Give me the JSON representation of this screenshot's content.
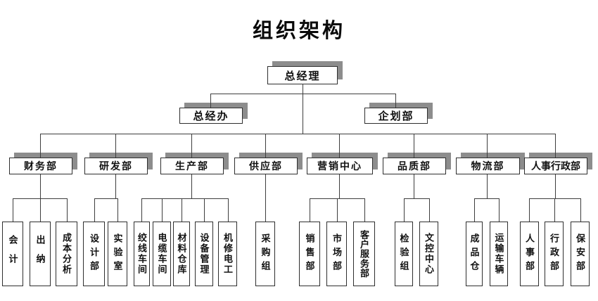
{
  "title": "组织架构",
  "root": {
    "label": "总经理"
  },
  "staff": [
    {
      "label": "总经办"
    },
    {
      "label": "企划部"
    }
  ],
  "departments": [
    {
      "label": "财务部",
      "children": [
        {
          "label": "会计"
        },
        {
          "label": "出纳"
        },
        {
          "label": "成本分析"
        }
      ]
    },
    {
      "label": "研发部",
      "children": [
        {
          "label": "设计部"
        },
        {
          "label": "实验室"
        }
      ]
    },
    {
      "label": "生产部",
      "children": [
        {
          "label": "绞线车间"
        },
        {
          "label": "电缆车间"
        },
        {
          "label": "材料仓库"
        },
        {
          "label": "设备管理"
        },
        {
          "label": "机修电工"
        }
      ]
    },
    {
      "label": "供应部",
      "children": [
        {
          "label": "采购组"
        }
      ]
    },
    {
      "label": "营销中心",
      "children": [
        {
          "label": "销售部"
        },
        {
          "label": "市场部"
        },
        {
          "label": "客户服务部"
        }
      ]
    },
    {
      "label": "品质部",
      "children": [
        {
          "label": "检验组"
        },
        {
          "label": "文控中心"
        }
      ]
    },
    {
      "label": "物流部",
      "children": [
        {
          "label": "成品仓"
        },
        {
          "label": "运输车辆"
        }
      ]
    },
    {
      "label": "人事行政部",
      "children": [
        {
          "label": "人事部"
        },
        {
          "label": "行政部"
        },
        {
          "label": "保安部"
        }
      ]
    }
  ],
  "colors": {
    "background": "#ffffff",
    "box_border": "#2e2e2e",
    "box_shadow": "#8d8d8d",
    "connector_line": "#3d3d3d",
    "text": "#0a0a0a"
  }
}
